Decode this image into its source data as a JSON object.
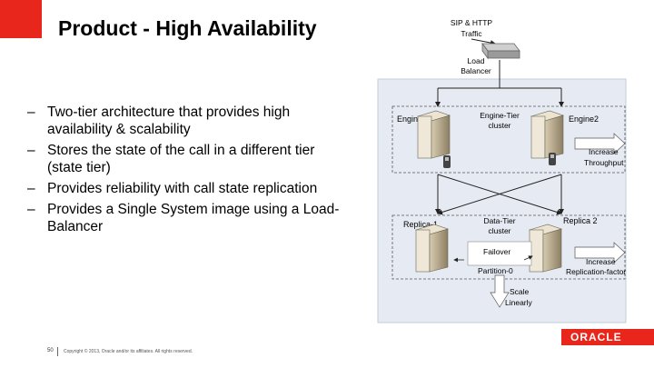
{
  "slide": {
    "title": "Product - High Availability",
    "bullets": [
      "Two-tier architecture that provides high availability & scalability",
      "Stores the state of the call in a different tier (state tier)",
      "Provides reliability with call state replication",
      "Provides a Single System image using a Load-Balancer"
    ],
    "bullet_marker": "–"
  },
  "footer": {
    "page_number": "50",
    "copyright": "Copyright © 2013, Oracle and/or its affiliates. All rights reserved.",
    "logo": "ORACLE"
  },
  "diagram": {
    "traffic_label_1": "SIP & HTTP",
    "traffic_label_2": "Traffic",
    "load_balancer_1": "Load",
    "load_balancer_2": "Balancer",
    "engine1": "Engine1",
    "engine2": "Engine2",
    "engine_tier_1": "Engine-Tier",
    "engine_tier_2": "cluster",
    "increase_throughput_1": "Increase",
    "increase_throughput_2": "Throughput",
    "replica1": "Replica-1",
    "replica2": "Replica 2",
    "data_tier_1": "Data-Tier",
    "data_tier_2": "cluster",
    "failover": "Failover",
    "partition": "Partition-0",
    "increase_replication_1": "Increase",
    "increase_replication_2": "Replication-factor",
    "scale_1": "Scale",
    "scale_2": "Linearly"
  },
  "colors": {
    "accent_red": "#e8261c",
    "panel_bg": "#e6ebf3"
  }
}
